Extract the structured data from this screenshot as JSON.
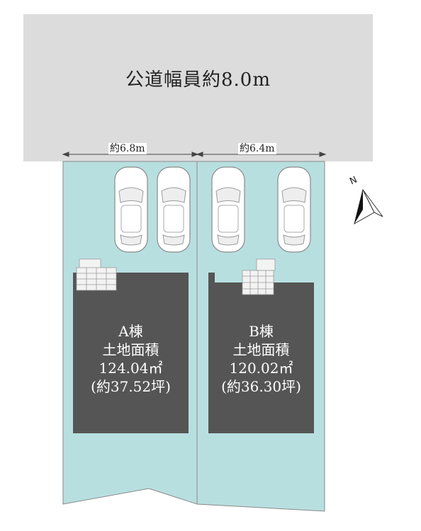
{
  "road": {
    "label": "公道幅員約8.0m"
  },
  "dimensions": [
    {
      "id": "a",
      "label": "約6.8m"
    },
    {
      "id": "b",
      "label": "約6.4m"
    }
  ],
  "lots": [
    {
      "id": "a",
      "name": "A棟",
      "area_label": "土地面積",
      "area": "124.04㎡",
      "tsubo": "(約37.52坪)",
      "parking_spaces": 2
    },
    {
      "id": "b",
      "name": "B棟",
      "area_label": "土地面積",
      "area": "120.02㎡",
      "tsubo": "(約36.30坪)",
      "parking_spaces": 2
    }
  ],
  "compass": {
    "label": "N"
  },
  "colors": {
    "road": "#dcdcdc",
    "lot": "#b8dfe0",
    "building": "#555555",
    "border": "#8a8a8a"
  }
}
